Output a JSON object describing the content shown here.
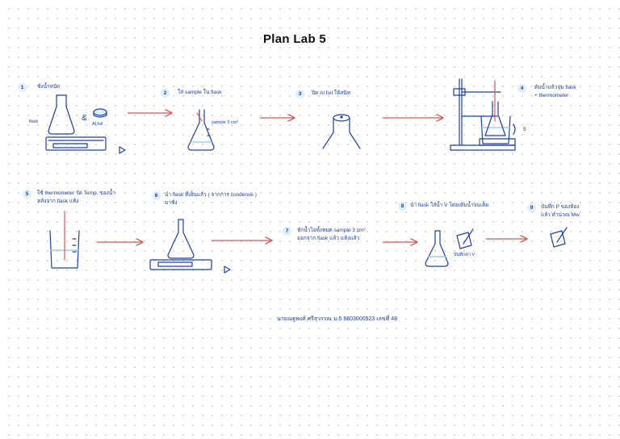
{
  "title": "Plan Lab 5",
  "steps": [
    {
      "number": "1",
      "text": "ชั่งน้ำหนัก"
    },
    {
      "number": "2",
      "text": "ใส่ sample ใน flask"
    },
    {
      "number": "3",
      "text": "ปิด Al foil ให้สนิท"
    },
    {
      "number": "4",
      "line1": "ต้มน้ำแล้วจุ่ม flask",
      "line2": "+ thermometer"
    },
    {
      "number": "5",
      "line1": "ใช้ thermometer วัด Temp. ของน้ำ",
      "line2": "หลังจาก flask แห้ง"
    },
    {
      "number": "6",
      "line1": "นำ flask ที่เย็นแล้ว ( จากการ condense )",
      "line2": "มาชั่ง"
    },
    {
      "number": "7",
      "line1": "หักน้ำไอทั้งหมด sample 3 cm³",
      "line2": "ออกจาก flask แล้ว แห้งแล้ว"
    },
    {
      "number": "8",
      "text": "นำ flask ใส่น้ำ V โดยเติมน้ำจนเต็ม"
    },
    {
      "number": "9",
      "line1": "บันทึก P ของห้อง",
      "line2": "แล้ว คำนวณ Mw"
    }
  ],
  "labels": {
    "flask": "flask",
    "al_foil": "Al foil",
    "sample": "sample 3 cm³",
    "vol_note": "บันทึกค่า V",
    "five": "5"
  },
  "footer": "นายณฐพงศ์ ศรีสุวรรณ  ม.5  6603000523  เลขที่ 48",
  "colors": {
    "ink": "#1a3fb0",
    "arrow": "#e05555",
    "badge": "#dceffd"
  }
}
